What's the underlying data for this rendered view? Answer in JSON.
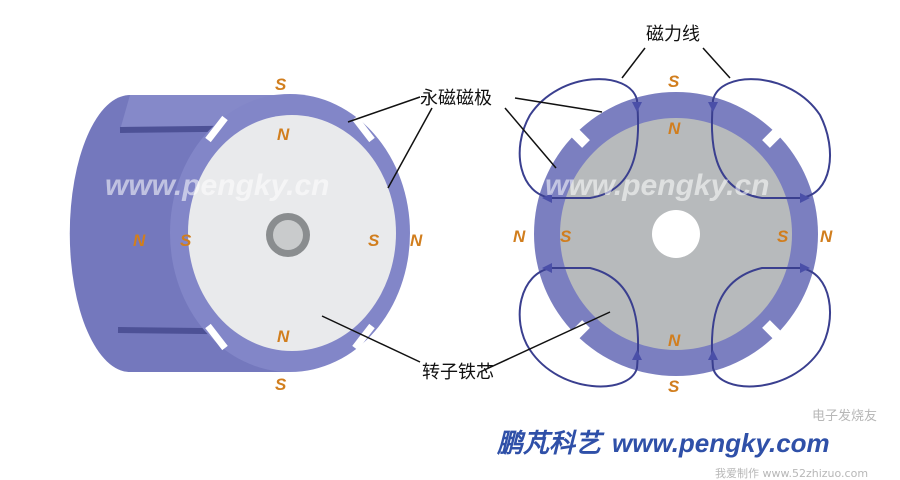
{
  "labels": {
    "permanent_magnet_poles": "永磁磁极",
    "rotor_core": "转子铁芯",
    "magnetic_field_lines": "磁力线"
  },
  "poles": {
    "N": "N",
    "S": "S"
  },
  "watermark": "www.pengky.cn",
  "footer": {
    "brand": "鹏芃科艺",
    "url": "www.pengky.com"
  },
  "logo_watermark": {
    "text1": "电子发烧友",
    "text2": "我爱制作 www.52zhizuo.com"
  },
  "colors": {
    "magnet": "#7b7fc0",
    "core": "#b7babc",
    "pole_label": "#d17e1e",
    "field_line": "#3a3f8f",
    "footer": "#2f50a8"
  }
}
